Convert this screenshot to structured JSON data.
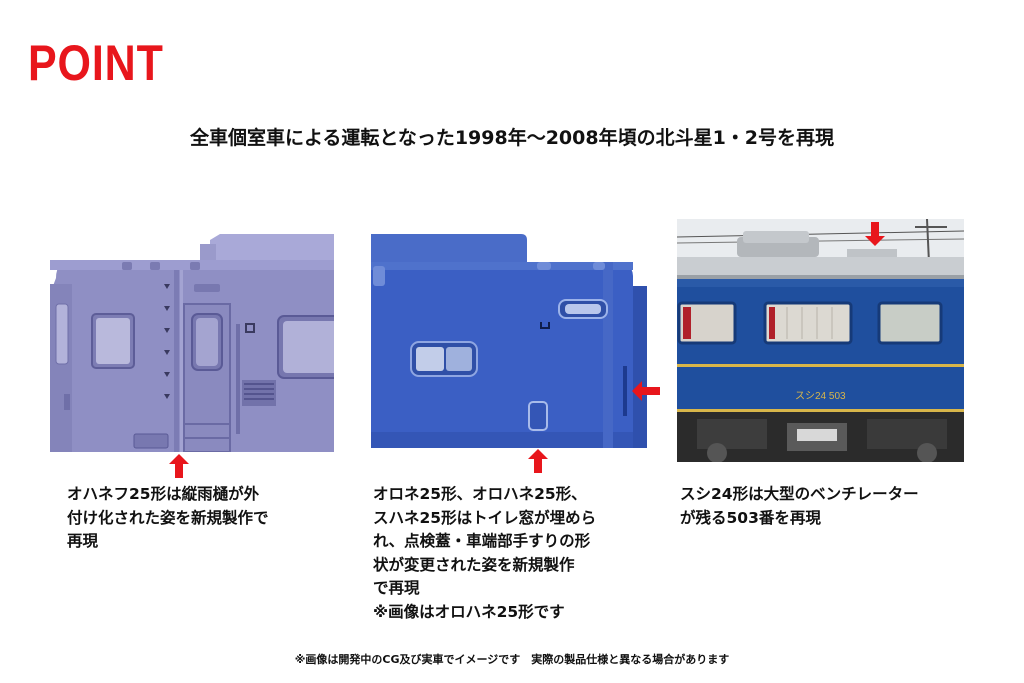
{
  "header": {
    "point_label": "POINT",
    "headline": "全車個室車による運転となった1998年～2008年頃の北斗星1・2号を再現"
  },
  "panels": [
    {
      "caption_lines": [
        "オハネフ25形は縦雨樋が外",
        "付け化された姿を新規製作で",
        "再現"
      ]
    },
    {
      "caption_lines": [
        "オロネ25形、オロハネ25形、",
        "スハネ25形はトイレ窓が埋めら",
        "れ、点検蓋・車端部手すりの形",
        "状が変更された姿を新規製作",
        "で再現",
        "※画像はオロハネ25形です"
      ]
    },
    {
      "caption_lines": [
        "スシ24形は大型のベンチレーター",
        "が残る503番を再現"
      ],
      "car_number": "スシ24 503"
    }
  ],
  "footnote": "※画像は開発中のCG及び実車でイメージです　実際の製品仕様と異なる場合があります",
  "colors": {
    "accent_red": "#e8161c",
    "cg_lavender": "#8f8fc4",
    "cg_blue": "#3b5fc4",
    "train_blue": "#1f4f9e",
    "train_stripe": "#d8b64a"
  }
}
